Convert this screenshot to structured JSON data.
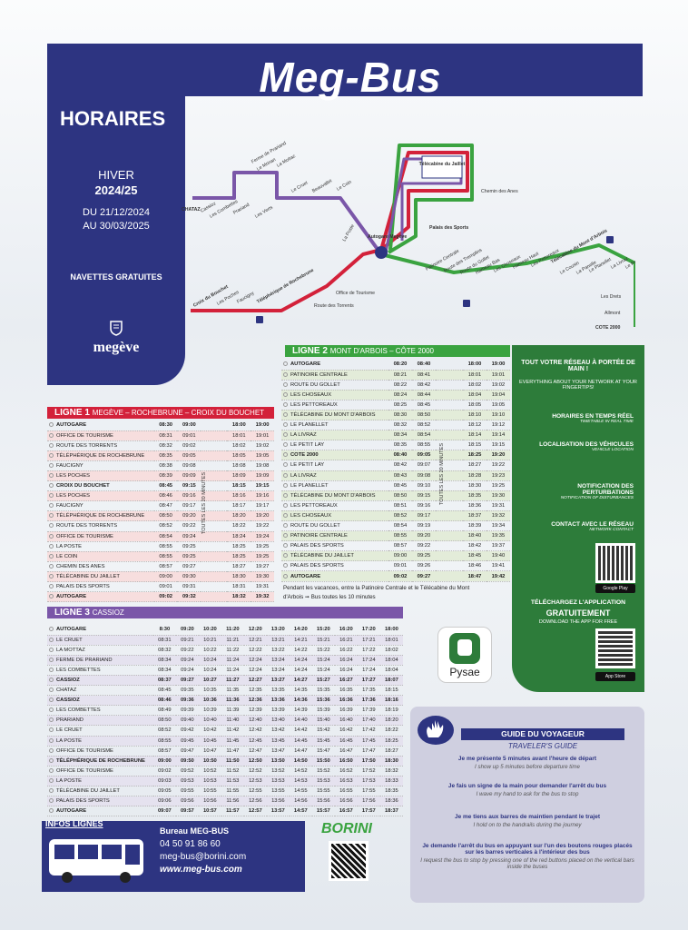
{
  "header": {
    "title": "Meg-Bus"
  },
  "left": {
    "horaires": "HORAIRES",
    "season": "HIVER",
    "year": "2024/25",
    "du": "DU 21/12/2024",
    "au": "AU 30/03/2025",
    "navettes": "NAVETTES GRATUITES",
    "logo": "megève"
  },
  "map": {
    "labels": [
      "Ferme de Prariand",
      "Le Mrinan",
      "La Mottaz",
      "Cassioz",
      "Les Combettes",
      "Prariand",
      "Le Cruet",
      "Les Verts",
      "Beauvallet",
      "Le Coin",
      "CHATAZ",
      "Télécabine du Jaillet",
      "Chemin des Anes",
      "Autogare Megève",
      "Palais des Sports",
      "Patinoire Centrale",
      "Route des Tremplins",
      "Route du Gollet",
      "Hameau Bas",
      "Les Choseaux",
      "Hameau Haut",
      "Les Pettoreaux",
      "Télécabine du Mont d'Arbois",
      "La Livraz",
      "Le Planellet",
      "Le Petit Lay",
      "Le Cousin",
      "La Panelle",
      "Les Drets",
      "Allmont",
      "COTE 2000",
      "Croix du Bouchet",
      "Les Poches",
      "Faucigny",
      "Téléphérique de Rochebrune",
      "Office de Tourisme",
      "Route des Torrents",
      "La Poste"
    ]
  },
  "ligne1": {
    "title": "LIGNE 1",
    "subtitle": "MEGÈVE – ROCHEBRUNE – CROIX DU BOUCHET",
    "every": "TOUTES LES 20 MINUTES",
    "rows": [
      [
        "AUTOGARE",
        "08:30",
        "09:00",
        "18:00",
        "19:00"
      ],
      [
        "OFFICE DE TOURISME",
        "08:31",
        "09:01",
        "18:01",
        "19:01"
      ],
      [
        "ROUTE DES TORRENTS",
        "08:32",
        "09:02",
        "18:02",
        "19:02"
      ],
      [
        "TÉLÉPHÉRIQUE DE ROCHEBRUNE",
        "08:35",
        "09:05",
        "18:05",
        "19:05"
      ],
      [
        "FAUCIGNY",
        "08:38",
        "09:08",
        "18:08",
        "19:08"
      ],
      [
        "LES POCHES",
        "08:39",
        "09:09",
        "18:09",
        "19:09"
      ],
      [
        "CROIX DU BOUCHET",
        "08:45",
        "09:15",
        "18:15",
        "19:15"
      ],
      [
        "LES POCHES",
        "08:46",
        "09:16",
        "18:16",
        "19:16"
      ],
      [
        "FAUCIGNY",
        "08:47",
        "09:17",
        "18:17",
        "19:17"
      ],
      [
        "TÉLÉPHÉRIQUE DE ROCHEBRUNE",
        "08:50",
        "09:20",
        "18:20",
        "19:20"
      ],
      [
        "ROUTE DES TORRENTS",
        "08:52",
        "09:22",
        "18:22",
        "19:22"
      ],
      [
        "OFFICE DE TOURISME",
        "08:54",
        "09:24",
        "18:24",
        "19:24"
      ],
      [
        "LA POSTE",
        "08:55",
        "09:25",
        "18:25",
        "19:25"
      ],
      [
        "LE COIN",
        "08:55",
        "09:25",
        "18:25",
        "19:25"
      ],
      [
        "CHEMIN DES ANES",
        "08:57",
        "09:27",
        "18:27",
        "19:27"
      ],
      [
        "TÉLÉCABINE DU JAILLET",
        "09:00",
        "09:30",
        "18:30",
        "19:30"
      ],
      [
        "PALAIS DES SPORTS",
        "09:01",
        "09:31",
        "18:31",
        "19:31"
      ],
      [
        "AUTOGARE",
        "09:02",
        "09:32",
        "18:32",
        "19:32"
      ]
    ]
  },
  "ligne2": {
    "title": "LIGNE 2",
    "subtitle": "MONT D'ARBOIS – CÔTE 2000",
    "every": "TOUTES LES 20 MINUTES",
    "rows": [
      [
        "AUTOGARE",
        "08:20",
        "08:40",
        "18:00",
        "19:00"
      ],
      [
        "PATINOIRE CENTRALE",
        "08:21",
        "08:41",
        "18:01",
        "19:01"
      ],
      [
        "ROUTE DU GOLLET",
        "08:22",
        "08:42",
        "18:02",
        "19:02"
      ],
      [
        "LES CHOSEAUX",
        "08:24",
        "08:44",
        "18:04",
        "19:04"
      ],
      [
        "LES PETTOREAUX",
        "08:25",
        "08:45",
        "18:05",
        "19:05"
      ],
      [
        "TÉLÉCABINE DU MONT D'ARBOIS",
        "08:30",
        "08:50",
        "18:10",
        "19:10"
      ],
      [
        "LE PLANELLET",
        "08:32",
        "08:52",
        "18:12",
        "19:12"
      ],
      [
        "LA LIVRAZ",
        "08:34",
        "08:54",
        "18:14",
        "19:14"
      ],
      [
        "LE PETIT LAY",
        "08:35",
        "08:55",
        "18:15",
        "19:15"
      ],
      [
        "COTE 2000",
        "08:40",
        "09:05",
        "18:25",
        "19:20"
      ],
      [
        "LE PETIT LAY",
        "08:42",
        "09:07",
        "18:27",
        "19:22"
      ],
      [
        "LA LIVRAZ",
        "08:43",
        "09:08",
        "18:28",
        "19:23"
      ],
      [
        "LE PLANELLET",
        "08:45",
        "09:10",
        "18:30",
        "19:25"
      ],
      [
        "TÉLÉCABINE DU MONT D'ARBOIS",
        "08:50",
        "09:15",
        "18:35",
        "19:30"
      ],
      [
        "LES PETTOREAUX",
        "08:51",
        "09:16",
        "18:36",
        "19:31"
      ],
      [
        "LES CHOSEAUX",
        "08:52",
        "09:17",
        "18:37",
        "19:32"
      ],
      [
        "ROUTE DU GOLLET",
        "08:54",
        "09:19",
        "18:39",
        "19:34"
      ],
      [
        "PATINOIRE CENTRALE",
        "08:55",
        "09:20",
        "18:40",
        "19:35"
      ],
      [
        "PALAIS DES SPORTS",
        "08:57",
        "09:22",
        "18:42",
        "19:37"
      ],
      [
        "TÉLÉCABINE DU JAILLET",
        "09:00",
        "09:25",
        "18:45",
        "19:40"
      ],
      [
        "PALAIS DES SPORTS",
        "09:01",
        "09:26",
        "18:46",
        "19:41"
      ],
      [
        "AUTOGARE",
        "09:02",
        "09:27",
        "18:47",
        "19:42"
      ]
    ],
    "note1": "Pendant les vacances, entre la Patinoire Centrale et le Télécabine du Mont",
    "note2": "d'Arbois ➞ Bus toutes les 10 minutes"
  },
  "ligne3": {
    "title": "LIGNE 3",
    "subtitle": "CASSIOZ",
    "rows": [
      [
        "AUTOGARE",
        "8:30",
        "09:20",
        "10:20",
        "11:20",
        "12:20",
        "13:20",
        "14:20",
        "15:20",
        "16:20",
        "17:20",
        "18:00"
      ],
      [
        "LE CRUET",
        "08:31",
        "09:21",
        "10:21",
        "11:21",
        "12:21",
        "13:21",
        "14:21",
        "15:21",
        "16:21",
        "17:21",
        "18:01"
      ],
      [
        "LA MOTTAZ",
        "08:32",
        "09:22",
        "10:22",
        "11:22",
        "12:22",
        "13:22",
        "14:22",
        "15:22",
        "16:22",
        "17:22",
        "18:02"
      ],
      [
        "FERME DE PRARIAND",
        "08:34",
        "09:24",
        "10:24",
        "11:24",
        "12:24",
        "13:24",
        "14:24",
        "15:24",
        "16:24",
        "17:24",
        "18:04"
      ],
      [
        "LES COMBETTES",
        "08:34",
        "09:24",
        "10:24",
        "11:24",
        "12:24",
        "13:24",
        "14:24",
        "15:24",
        "16:24",
        "17:24",
        "18:04"
      ],
      [
        "CASSIOZ",
        "08:37",
        "09:27",
        "10:27",
        "11:27",
        "12:27",
        "13:27",
        "14:27",
        "15:27",
        "16:27",
        "17:27",
        "18:07"
      ],
      [
        "CHATAZ",
        "08:45",
        "09:35",
        "10:35",
        "11:35",
        "12:35",
        "13:35",
        "14:35",
        "15:35",
        "16:35",
        "17:35",
        "18:15"
      ],
      [
        "CASSIOZ",
        "08:46",
        "09:36",
        "10:36",
        "11:36",
        "12:36",
        "13:36",
        "14:36",
        "15:36",
        "16:36",
        "17:36",
        "18:16"
      ],
      [
        "LES COMBETTES",
        "08:49",
        "09:39",
        "10:39",
        "11:39",
        "12:39",
        "13:39",
        "14:39",
        "15:39",
        "16:39",
        "17:39",
        "18:19"
      ],
      [
        "PRARIAND",
        "08:50",
        "09:40",
        "10:40",
        "11:40",
        "12:40",
        "13:40",
        "14:40",
        "15:40",
        "16:40",
        "17:40",
        "18:20"
      ],
      [
        "LE CRUET",
        "08:52",
        "09:42",
        "10:42",
        "11:42",
        "12:42",
        "13:42",
        "14:42",
        "15:42",
        "16:42",
        "17:42",
        "18:22"
      ],
      [
        "LA POSTE",
        "08:55",
        "09:45",
        "10:45",
        "11:45",
        "12:45",
        "13:45",
        "14:45",
        "15:45",
        "16:45",
        "17:45",
        "18:25"
      ],
      [
        "OFFICE DE TOURISME",
        "08:57",
        "09:47",
        "10:47",
        "11:47",
        "12:47",
        "13:47",
        "14:47",
        "15:47",
        "16:47",
        "17:47",
        "18:27"
      ],
      [
        "TÉLÉPHÉRIQUE DE ROCHEBRUNE",
        "09:00",
        "09:50",
        "10:50",
        "11:50",
        "12:50",
        "13:50",
        "14:50",
        "15:50",
        "16:50",
        "17:50",
        "18:30"
      ],
      [
        "OFFICE DE TOURISME",
        "09:02",
        "09:52",
        "10:52",
        "11:52",
        "12:52",
        "13:52",
        "14:52",
        "15:52",
        "16:52",
        "17:52",
        "18:32"
      ],
      [
        "LA POSTE",
        "09:03",
        "09:53",
        "10:53",
        "11:53",
        "12:53",
        "13:53",
        "14:53",
        "15:53",
        "16:53",
        "17:53",
        "18:33"
      ],
      [
        "TÉLÉCABINE DU JAILLET",
        "09:05",
        "09:55",
        "10:55",
        "11:55",
        "12:55",
        "13:55",
        "14:55",
        "15:55",
        "16:55",
        "17:55",
        "18:35"
      ],
      [
        "PALAIS DES SPORTS",
        "09:06",
        "09:56",
        "10:56",
        "11:56",
        "12:56",
        "13:56",
        "14:56",
        "15:56",
        "16:56",
        "17:56",
        "18:36"
      ],
      [
        "AUTOGARE",
        "09:07",
        "09:57",
        "10:57",
        "11:57",
        "12:57",
        "13:57",
        "14:57",
        "15:57",
        "16:57",
        "17:57",
        "18:37"
      ]
    ]
  },
  "network": {
    "title": "TOUT VOTRE RÉSEAU À PORTÉE DE MAIN !",
    "sub": "EVERYTHING ABOUT YOUR NETWORK AT YOUR FINGERTIPS!",
    "items": [
      {
        "fr": "HORAIRES EN TEMPS RÉEL",
        "en": "TIMETABLE IN REAL TIME"
      },
      {
        "fr": "LOCALISATION DES VÉHICULES",
        "en": "VEHICLE LOCATION"
      },
      {
        "fr": "NOTIFICATION DES PERTURBATIONS",
        "en": "NOTIFICATION OF DISTURBANCES"
      },
      {
        "fr": "CONTACT AVEC LE RÉSEAU",
        "en": "NETWORK CONTACT"
      }
    ],
    "download": "TÉLÉCHARGEZ L'APPLICATION",
    "gratuit": "GRATUITEMENT",
    "download_en": "DOWNLOAD THE APP FOR FREE",
    "google": "Google Play",
    "apple": "App Store"
  },
  "pysae": {
    "name": "Pysae"
  },
  "guide": {
    "title": "GUIDE DU VOYAGEUR",
    "sub": "TRAVELER'S GUIDE",
    "lines": [
      {
        "fr": "Je me présente 5 minutes avant l'heure de départ",
        "en": "I show up 5 minutes before departure time"
      },
      {
        "fr": "Je fais un signe de la main pour demander l'arrêt du bus",
        "en": "I wave my hand to ask for the bus to stop"
      },
      {
        "fr": "Je me tiens aux barres de maintien pendant le trajet",
        "en": "I hold on to the handrails during the journey"
      },
      {
        "fr": "Je demande l'arrêt du bus en appuyant sur l'un des boutons rouges placés sur les barres verticales à l'intérieur des bus",
        "en": "I request the bus to stop by pressing one of the red buttons placed on the vertical bars inside the buses"
      }
    ]
  },
  "infos": {
    "title": "INFOS LIGNES",
    "bureau": "Bureau MEG-BUS",
    "phone": "04 50 91 86 60",
    "email": "meg-bus@borini.com",
    "web": "www.meg-bus.com"
  },
  "borini": {
    "name": "BORINI"
  },
  "colors": {
    "navy": "#2d3481",
    "red": "#d3213a",
    "green": "#3aa340",
    "purple": "#7a56a8"
  }
}
